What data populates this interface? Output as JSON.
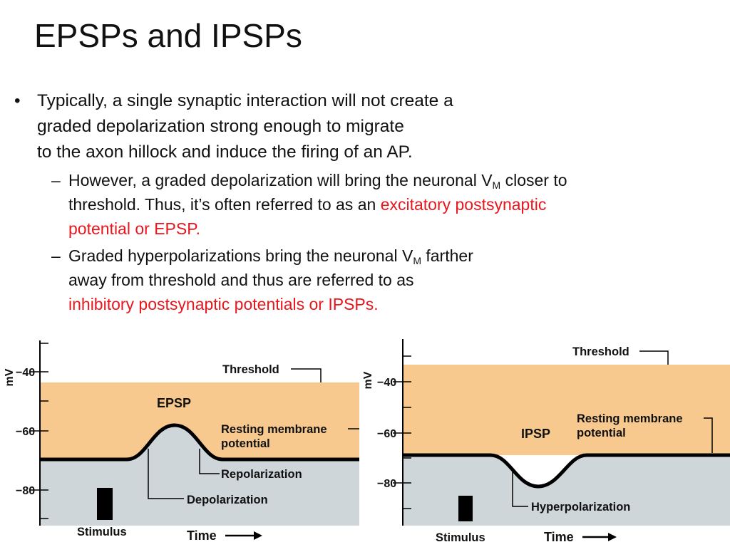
{
  "slide": {
    "title": "EPSPs and IPSPs",
    "bullet1": {
      "marker": "•",
      "line1": "Typically, a single synaptic interaction will not create a",
      "line2": "graded depolarization strong enough to migrate",
      "line3": "to the axon hillock and induce the firing of an AP."
    },
    "sub1": {
      "marker": "–",
      "text_a": "However, a graded depolarization will bring the neuronal V",
      "sub": "M",
      "text_b": " closer to",
      "line2_plain": "threshold.  Thus, it’s often referred to as an ",
      "line2_red": "excitatory postsynaptic",
      "line3_red": "potential or EPSP."
    },
    "sub2": {
      "marker": "–",
      "text_a": "Graded hyperpolarizations bring the neuronal V",
      "sub": "M",
      "text_b": " farther",
      "line2": "away from threshold and  thus are referred to as",
      "line3_red": "inhibitory postsynaptic potentials or IPSPs."
    }
  },
  "epsp_diagram": {
    "y_unit": "mV",
    "ticks": [
      "−40",
      "−60",
      "−80"
    ],
    "threshold_label": "Threshold",
    "region_label": "EPSP",
    "resting_label_1": "Resting membrane",
    "resting_label_2": "potential",
    "repolarization_label": "Repolarization",
    "depolarization_label": "Depolarization",
    "stimulus_label": "Stimulus",
    "time_label": "Time"
  },
  "ipsp_diagram": {
    "y_unit": "mV",
    "ticks": [
      "−40",
      "−60",
      "−80"
    ],
    "threshold_label": "Threshold",
    "region_label": "IPSP",
    "resting_label_1": "Resting membrane",
    "resting_label_2": "potential",
    "hyperpolarization_label": "Hyperpolarization",
    "stimulus_label": "Stimulus",
    "time_label": "Time"
  },
  "colors": {
    "above_resting": "#f7c98e",
    "below_resting": "#cfd6da",
    "membrane_line": "#000000",
    "highlight_text": "#e8161d"
  }
}
